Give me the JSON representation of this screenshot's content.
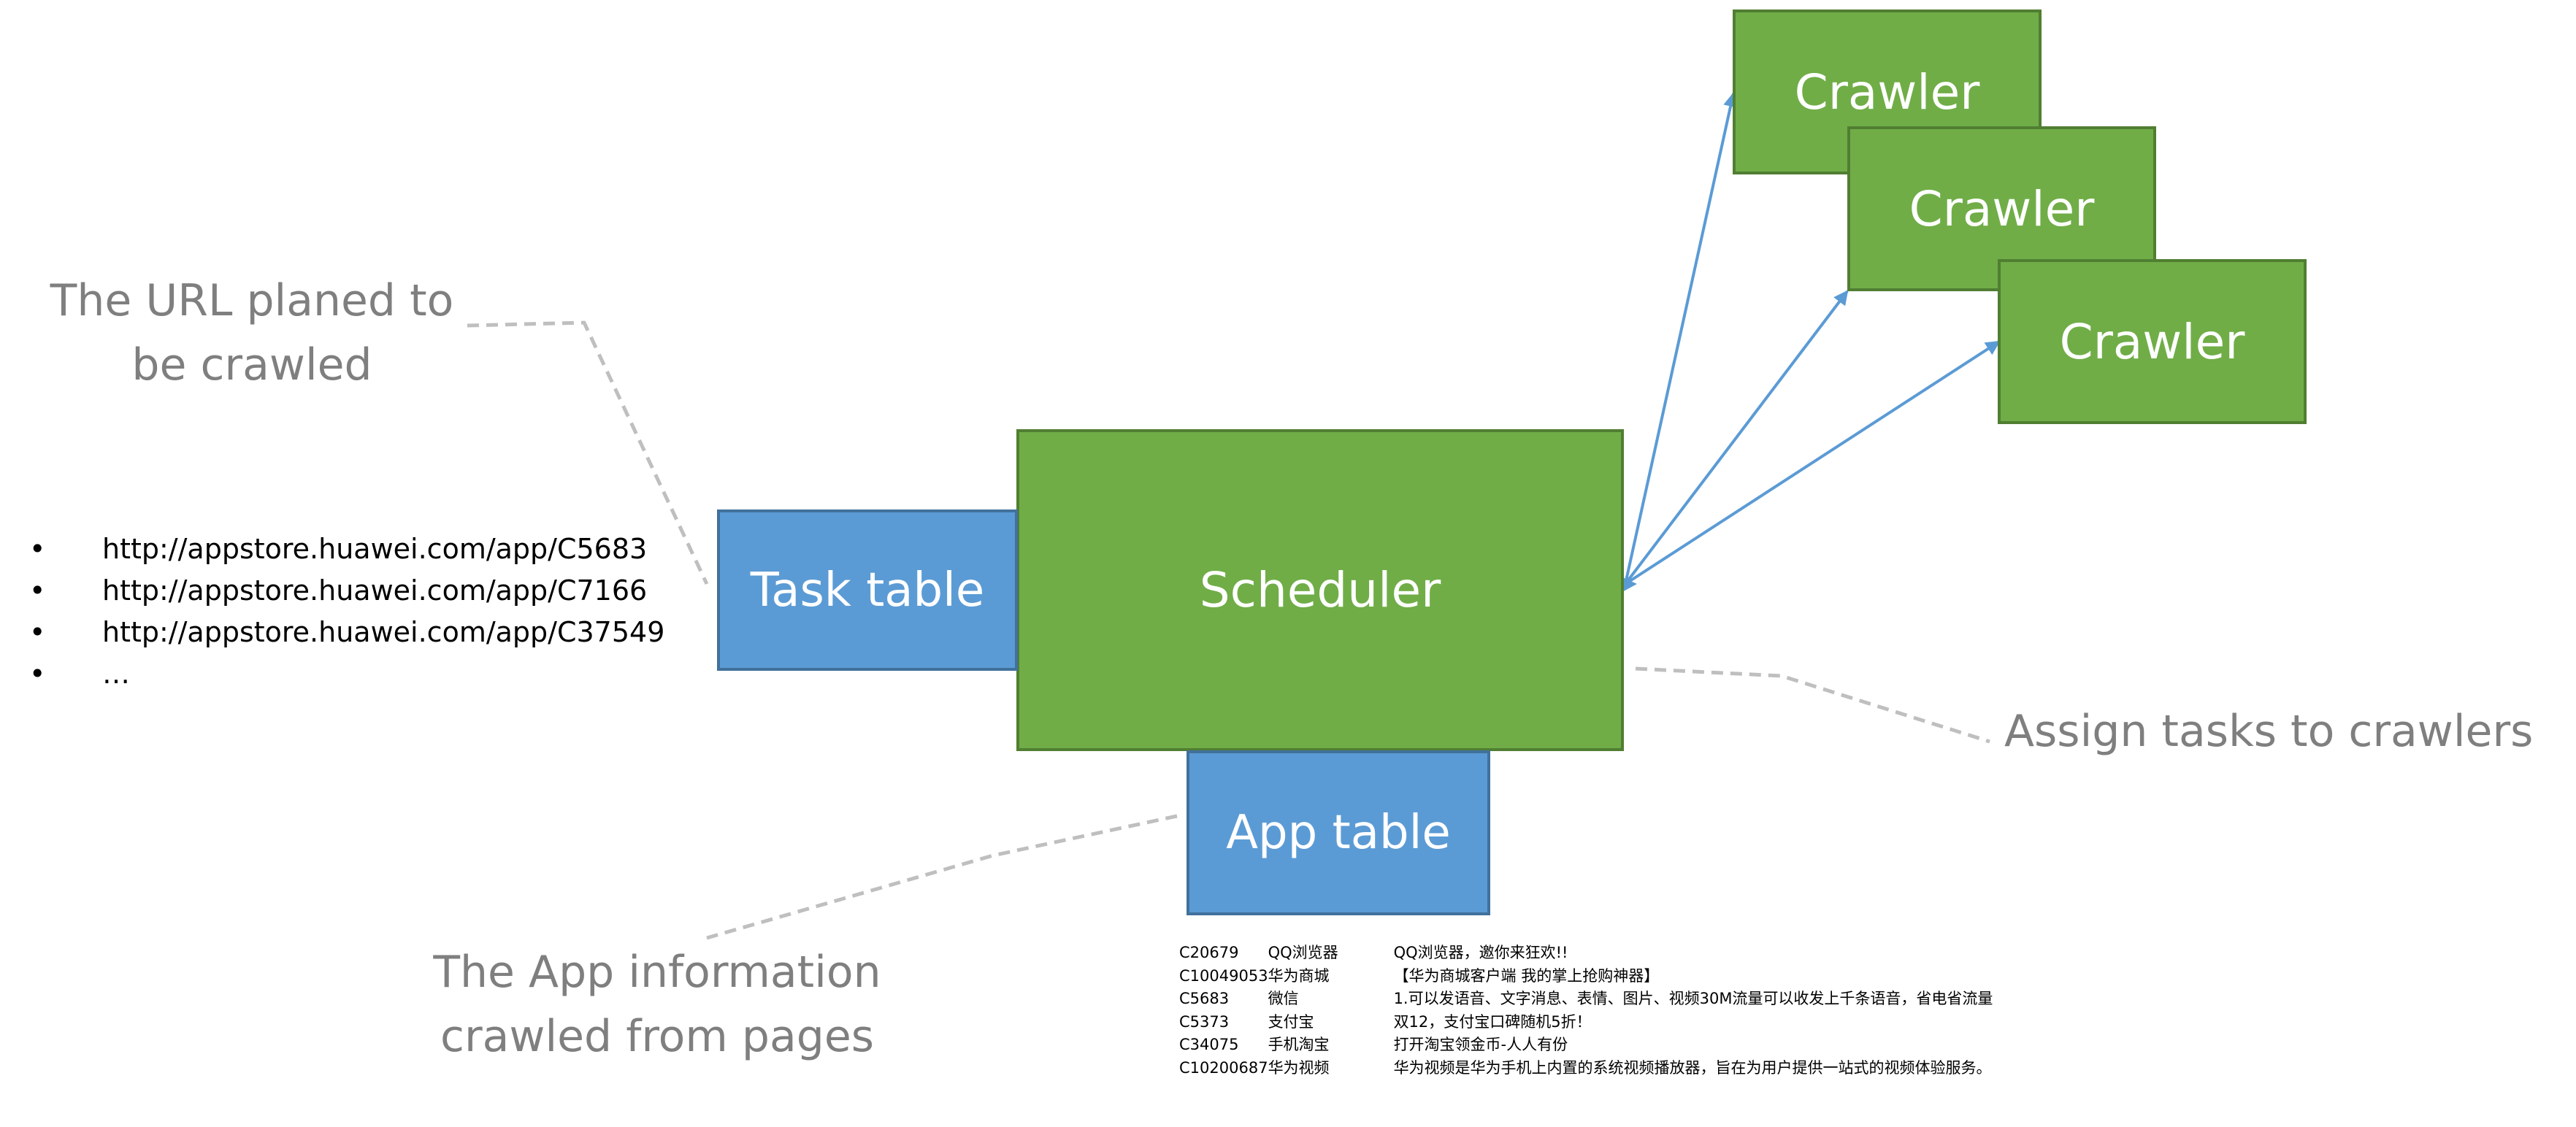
{
  "diagram": {
    "crawlers": [
      "Crawler",
      "Crawler",
      "Crawler"
    ],
    "scheduler": "Scheduler",
    "task_table": "Task table",
    "app_table": "App table"
  },
  "annotations": {
    "url_planned": [
      "The URL planed to",
      "be crawled"
    ],
    "assign_tasks": "Assign tasks to crawlers",
    "app_info": [
      "The App information",
      "crawled from pages"
    ]
  },
  "url_list": {
    "bullet": "•",
    "items": [
      "http://appstore.huawei.com/app/C5683",
      "http://appstore.huawei.com/app/C7166",
      "http://appstore.huawei.com/app/C37549",
      "…"
    ]
  },
  "app_info_table": {
    "rows": [
      {
        "id": "C20679",
        "name": "QQ浏览器",
        "desc": "QQ浏览器，邀你来狂欢!!"
      },
      {
        "id": "C10049053",
        "name": "华为商城",
        "desc": "【华为商城客户端 我的掌上抢购神器】"
      },
      {
        "id": "C5683",
        "name": "微信",
        "desc": "1.可以发语音、文字消息、表情、图片、视频30M流量可以收发上千条语音，省电省流量"
      },
      {
        "id": "C5373",
        "name": "支付宝",
        "desc": "双12，支付宝口碑随机5折！"
      },
      {
        "id": "C34075",
        "name": "手机淘宝",
        "desc": "打开淘宝领金币-人人有份"
      },
      {
        "id": "C10200687",
        "name": "华为视频",
        "desc": "华为视频是华为手机上内置的系统视频播放器，旨在为用户提供一站式的视频体验服务。"
      }
    ]
  },
  "colors": {
    "green_box": "#70ad47",
    "blue_box": "#5b9bd5",
    "arrow": "#5b9bd5",
    "annotation_text": "#7f7f7f",
    "dashed_line": "#bfbfbf"
  }
}
